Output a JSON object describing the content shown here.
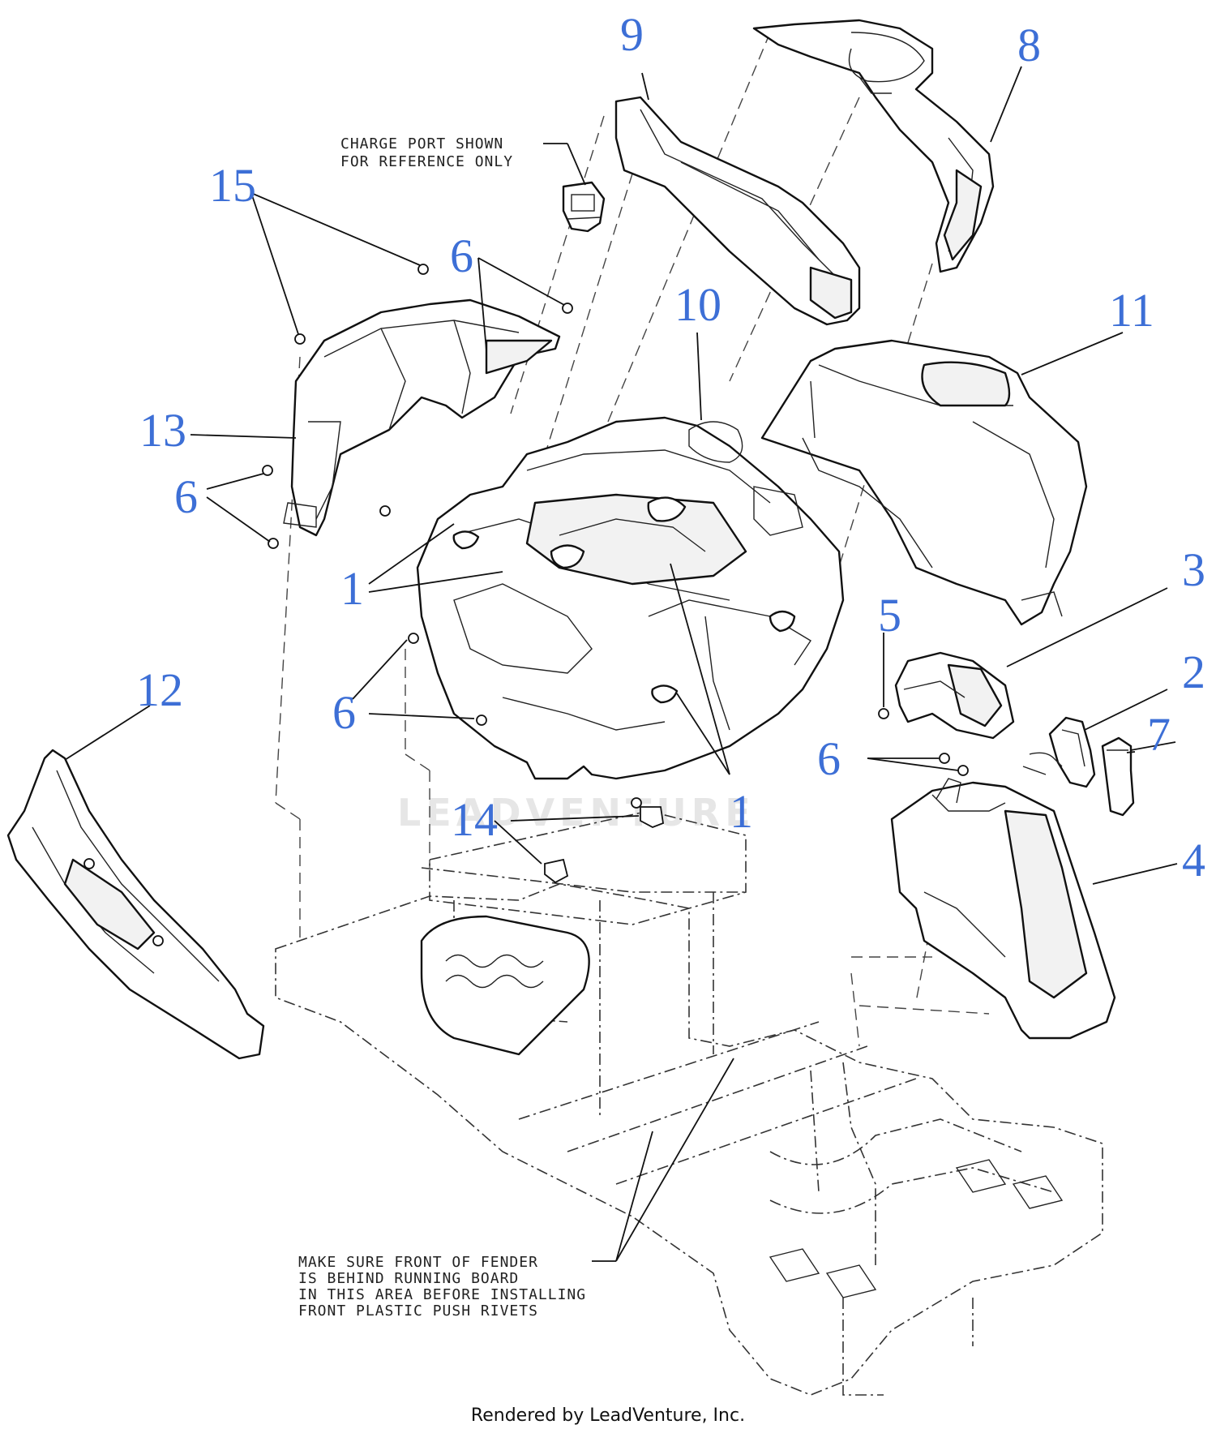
{
  "callouts": {
    "c1a": "1",
    "c1b": "1",
    "c2": "2",
    "c3": "3",
    "c4": "4",
    "c5": "5",
    "c6a": "6",
    "c6b": "6",
    "c6c": "6",
    "c6d": "6",
    "c7": "7",
    "c8": "8",
    "c9": "9",
    "c10": "10",
    "c11": "11",
    "c12": "12",
    "c13": "13",
    "c14": "14",
    "c15": "15"
  },
  "notes": {
    "charge_port": [
      "CHARGE PORT SHOWN",
      "FOR REFERENCE ONLY"
    ],
    "fender": [
      "MAKE SURE FRONT OF FENDER",
      "IS BEHIND RUNNING BOARD",
      "IN THIS AREA BEFORE INSTALLING",
      "FRONT PLASTIC PUSH RIVETS"
    ]
  },
  "watermark": "LEADVENTURE",
  "footer": "Rendered by LeadVenture, Inc.",
  "colors": {
    "callout": "#3d6fd6",
    "line": "#111111",
    "watermark": "#e6e6e6"
  }
}
